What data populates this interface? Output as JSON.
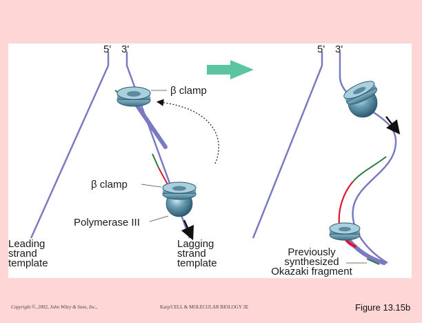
{
  "labels": {
    "five_prime_left": "5'",
    "three_prime_left": "3'",
    "five_prime_right": "5'",
    "three_prime_right": "3'",
    "beta_clamp_top": "β clamp",
    "beta_clamp_mid": "β clamp",
    "polymerase": "Polymerase III",
    "leading": [
      "Leading",
      "strand",
      "template"
    ],
    "lagging": [
      "Lagging",
      "strand",
      "template"
    ],
    "okazaki": [
      "Previously",
      "synthesized",
      "Okazaki fragment"
    ]
  },
  "footer": {
    "copyright": "Copyright ©, 2002, John Wiley & Sons, Inc.,",
    "book": "Karp/CELL & MOLECULAR BIOLOGY 3E",
    "figure": "Figure 13.15b"
  },
  "colors": {
    "background": "#ffd6d6",
    "strand": "#7a7ac0",
    "arrow": "#5cc4a0",
    "clamp": "#6a9fb0",
    "polymerase": "#4a7f98",
    "rna_primer": "#e0162e",
    "dna_new": "#2a7a3a"
  }
}
